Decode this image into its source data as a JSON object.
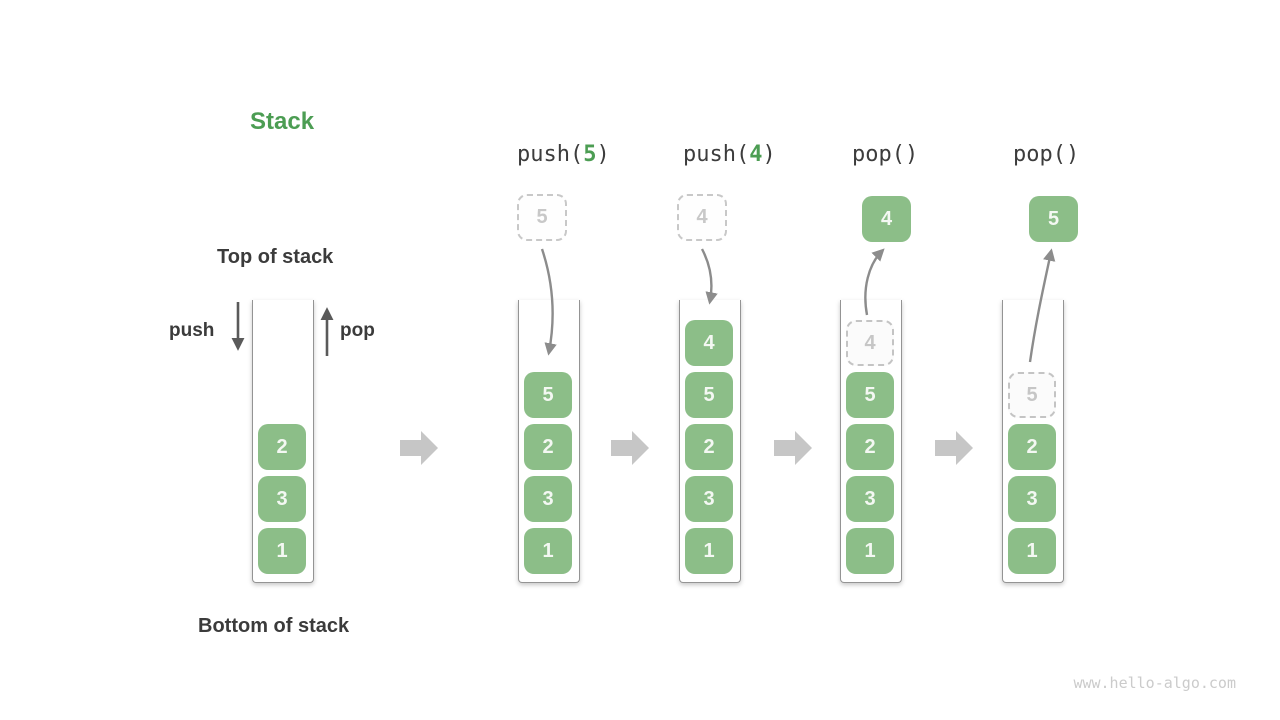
{
  "diagram": {
    "title": "Stack",
    "watermark": "www.hello-algo.com"
  },
  "labels": {
    "top_of_stack": "Top of stack",
    "bottom_of_stack": "Bottom of stack",
    "push": "push",
    "pop": "pop"
  },
  "colors": {
    "accent_green": "#4c9d53",
    "box_green": "#8cbe88",
    "box_text": "#f4f8f3",
    "dark_text": "#3b3b3b",
    "ghost_gray": "#c6c6c6",
    "curve_arrow_gray": "#8c8c8c",
    "block_arrow_gray": "#c6c6c6",
    "container_border": "#949494"
  },
  "columns": [
    {
      "name": "initial",
      "stack": [
        "2",
        "3",
        "1"
      ]
    },
    {
      "name": "push-5",
      "op_pre": "push(",
      "op_arg": "5",
      "op_post": ")",
      "floating": "5",
      "stack": [
        "5",
        "2",
        "3",
        "1"
      ]
    },
    {
      "name": "push-4",
      "op_pre": "push(",
      "op_arg": "4",
      "op_post": ")",
      "floating": "4",
      "stack": [
        "4",
        "5",
        "2",
        "3",
        "1"
      ]
    },
    {
      "name": "pop-first",
      "op_pre": "pop(",
      "op_arg": "",
      "op_post": ")",
      "floating": "4",
      "ghost": "4",
      "stack": [
        "5",
        "2",
        "3",
        "1"
      ]
    },
    {
      "name": "pop-second",
      "op_pre": "pop(",
      "op_arg": "",
      "op_post": ")",
      "floating": "5",
      "ghost": "5",
      "stack": [
        "2",
        "3",
        "1"
      ]
    }
  ]
}
